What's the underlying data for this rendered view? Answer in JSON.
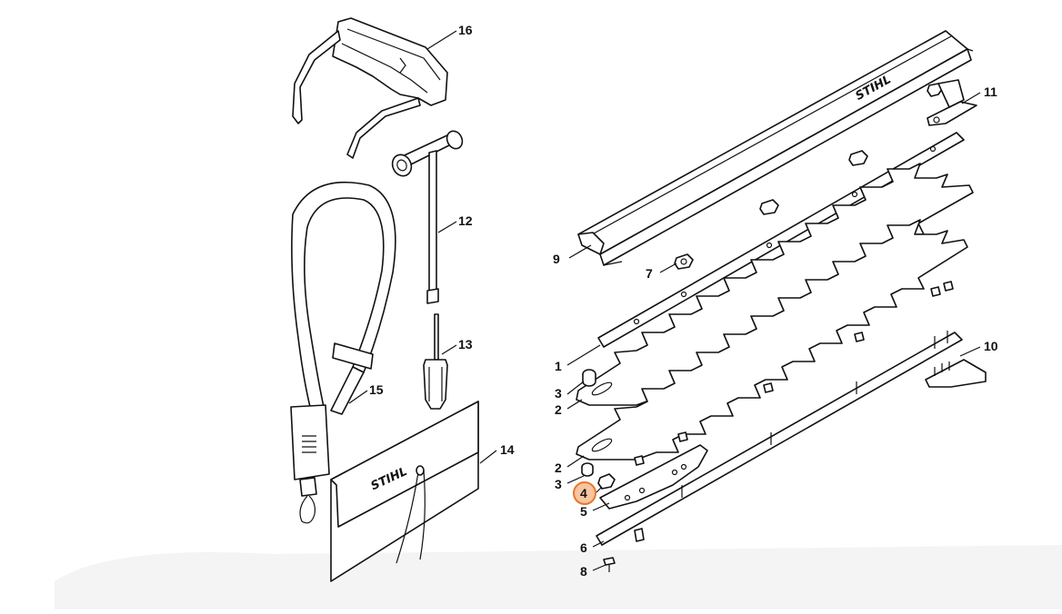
{
  "diagram": {
    "brand_logo": "STIHL",
    "callouts": {
      "c1": "1",
      "c2a": "2",
      "c2b": "2",
      "c3a": "3",
      "c3b": "3",
      "c4": "4",
      "c5": "5",
      "c6": "6",
      "c7": "7",
      "c8": "8",
      "c9": "9",
      "c10": "10",
      "c11": "11",
      "c12": "12",
      "c13": "13",
      "c14": "14",
      "c15": "15",
      "c16": "16"
    },
    "highlighted_callout": "4",
    "colors": {
      "line": "#111111",
      "highlight_ring": "#e8772e",
      "highlight_fill": "#f7c59f",
      "background_shade": "#f2f2f2"
    }
  }
}
